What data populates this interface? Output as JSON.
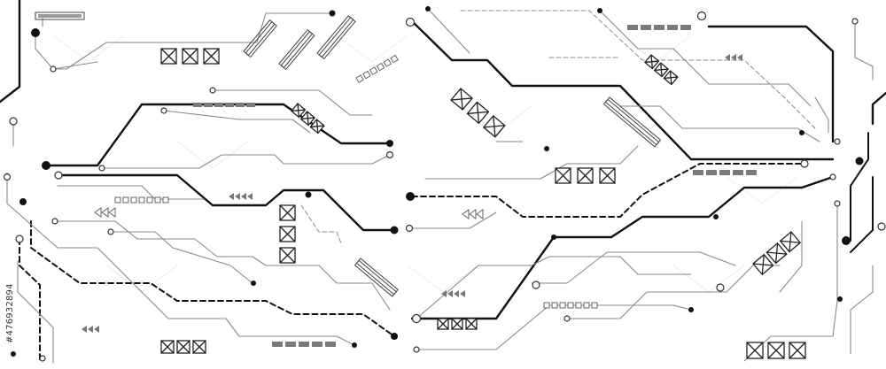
{
  "image_type": "circuit board line art",
  "palette": {
    "line_dark": "#111111",
    "line_light": "#8a8a8a",
    "block_grey": "#7a7a7a",
    "background": "#ffffff"
  },
  "vertical_id_text": "#476932894",
  "watermark": {
    "kind": "stock watermark (decorative lettering)",
    "present": true
  },
  "icons": [
    "crossed-box-icon",
    "arrow-chevrons-icon",
    "slot-connector-icon",
    "dashed-bar-icon",
    "small-squares-row-icon"
  ]
}
